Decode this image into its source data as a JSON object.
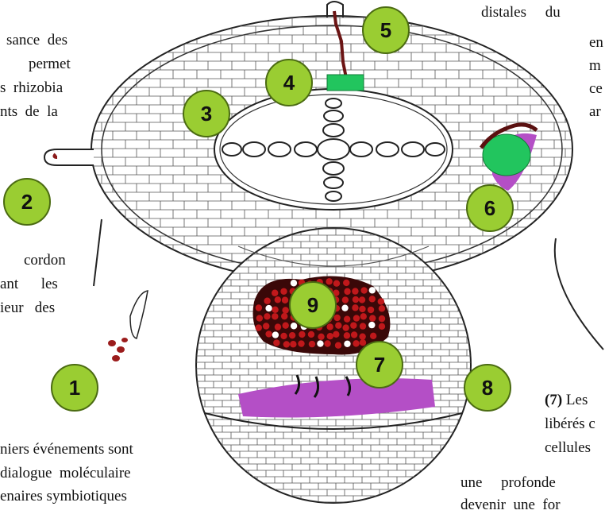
{
  "figure": {
    "badges": [
      "1",
      "2",
      "3",
      "4",
      "5",
      "6",
      "7",
      "8",
      "9"
    ],
    "colors": {
      "badge_fill": "#9ACD32",
      "badge_stroke": "#4b6b12",
      "cell_stroke": "#444444",
      "bacteria_dark": "#7a0d0d",
      "bacteria_red": "#c0181b",
      "infection_green": "#22c55e",
      "meristem_purple": "#b44fc6"
    }
  },
  "text_fragments": {
    "top_right": [
      "distales     du",
      "en",
      "m",
      "ce",
      "ar"
    ],
    "top_left": [
      "sance  des",
      "permet",
      "s  rhizobia",
      "nts  de  la"
    ],
    "mid_left": [
      "cordon",
      "ant      les",
      "ieur   des"
    ],
    "bottom_left": [
      "niers événements sont",
      "dialogue  moléculaire",
      "enaires symbiotiques"
    ],
    "bottom_right_marker": "(7)",
    "bottom_right_line1": " Les",
    "bottom_right_line2": "libérés c",
    "bottom_right_line3": "cellules",
    "bottom_right_line4": "une     profonde",
    "bottom_right_line5": "devenir  une  for"
  }
}
